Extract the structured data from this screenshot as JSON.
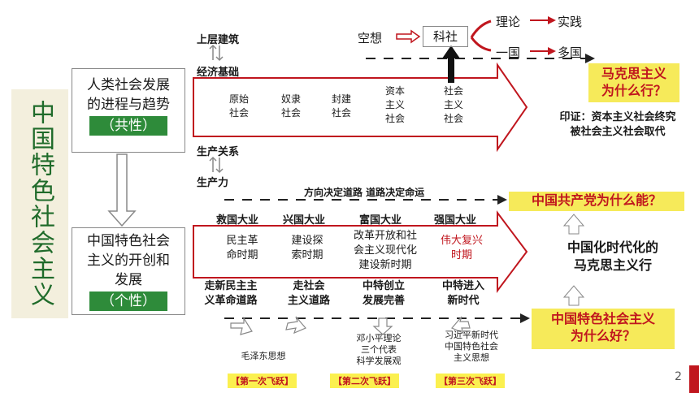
{
  "side_title": "中国特色社会主义",
  "top": {
    "superstructure": "上层建筑",
    "economic_base": "经济基础",
    "utopian": "空想",
    "scientific": "科社",
    "theory": "理论",
    "practice": "实践",
    "one_country": "一国",
    "many_countries": "多国"
  },
  "left_box_top": {
    "line1": "人类社会发展",
    "line2": "的进程与趋势",
    "tag": "（共性）"
  },
  "left_box_bottom": {
    "line1": "中国特色社会",
    "line2": "主义的开创和",
    "line3": "发展",
    "tag": "（个性）"
  },
  "stages": [
    {
      "l1": "原始",
      "l2": "社会",
      "l3": ""
    },
    {
      "l1": "奴隶",
      "l2": "社会",
      "l3": ""
    },
    {
      "l1": "封建",
      "l2": "社会",
      "l3": ""
    },
    {
      "l1": "资本",
      "l2": "主义",
      "l3": "社会"
    },
    {
      "l1": "社会",
      "l2": "主义",
      "l3": "社会"
    }
  ],
  "relations": {
    "production_relations": "生产关系",
    "productive_forces": "生产力"
  },
  "direction_text": "方向决定道路 道路决定命运",
  "questions": {
    "q1_l1": "马克思主义",
    "q1_l2": "为什么行？",
    "q2": "中国共产党为什么能？",
    "q3_l1": "中国特色社会主义",
    "q3_l2": "为什么好？"
  },
  "evidence": {
    "l1": "印证：资本主义社会终究",
    "l2": "被社会主义社会取代"
  },
  "center_claim": {
    "l1": "中国化时代化的",
    "l2": "马克思主义行"
  },
  "headers": [
    "救国大业",
    "兴国大业",
    "富国大业",
    "强国大业"
  ],
  "periods": [
    {
      "l1": "民主革",
      "l2": "命时期",
      "l3": "",
      "red": false
    },
    {
      "l1": "建设探",
      "l2": "索时期",
      "l3": "",
      "red": false
    },
    {
      "l1": "改革开放和社",
      "l2": "会主义现代化",
      "l3": "建设新时期",
      "red": false
    },
    {
      "l1": "伟大复兴",
      "l2": "时期",
      "l3": "",
      "red": true
    }
  ],
  "paths": [
    {
      "l1": "走新民主主",
      "l2": "义革命道路"
    },
    {
      "l1": "走社会",
      "l2": "主义道路"
    },
    {
      "l1": "中特创立",
      "l2": "发展完善"
    },
    {
      "l1": "中特进入",
      "l2": "新时代"
    }
  ],
  "thoughts": [
    {
      "l1": "毛泽东思想",
      "l2": "",
      "l3": ""
    },
    {
      "l1": "邓小平理论",
      "l2": "三个代表",
      "l3": "科学发展观"
    },
    {
      "l1": "习近平新时代",
      "l2": "中国特色社会",
      "l3": "主义思想"
    }
  ],
  "leaps": [
    "【第一次飞跃】",
    "【第二次飞跃】",
    "【第三次飞跃】"
  ],
  "page_number": "2",
  "colors": {
    "green": "#2e8b3a",
    "red": "#c0161e",
    "yellow": "#f6ea5a",
    "side_bg": "#f3efdd"
  }
}
